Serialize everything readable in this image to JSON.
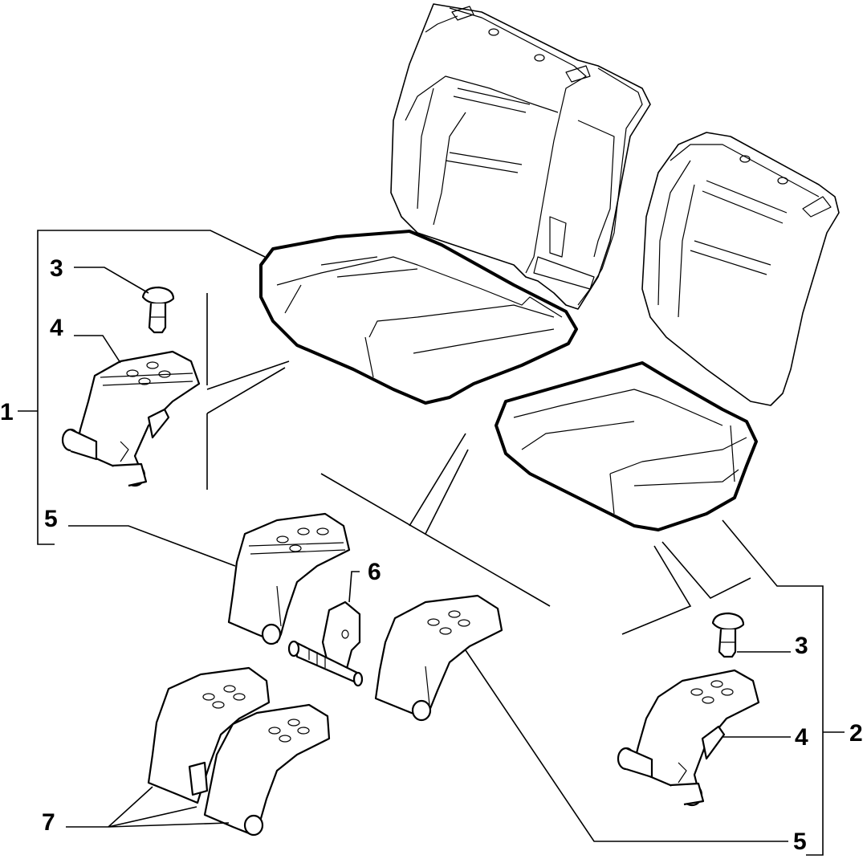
{
  "callouts": {
    "c1": "1",
    "c2": "2",
    "c3_left": "3",
    "c3_right": "3",
    "c4_left": "4",
    "c4_right": "4",
    "c5_left": "5",
    "c5_bottom": "5",
    "c6": "6",
    "c7": "7"
  }
}
